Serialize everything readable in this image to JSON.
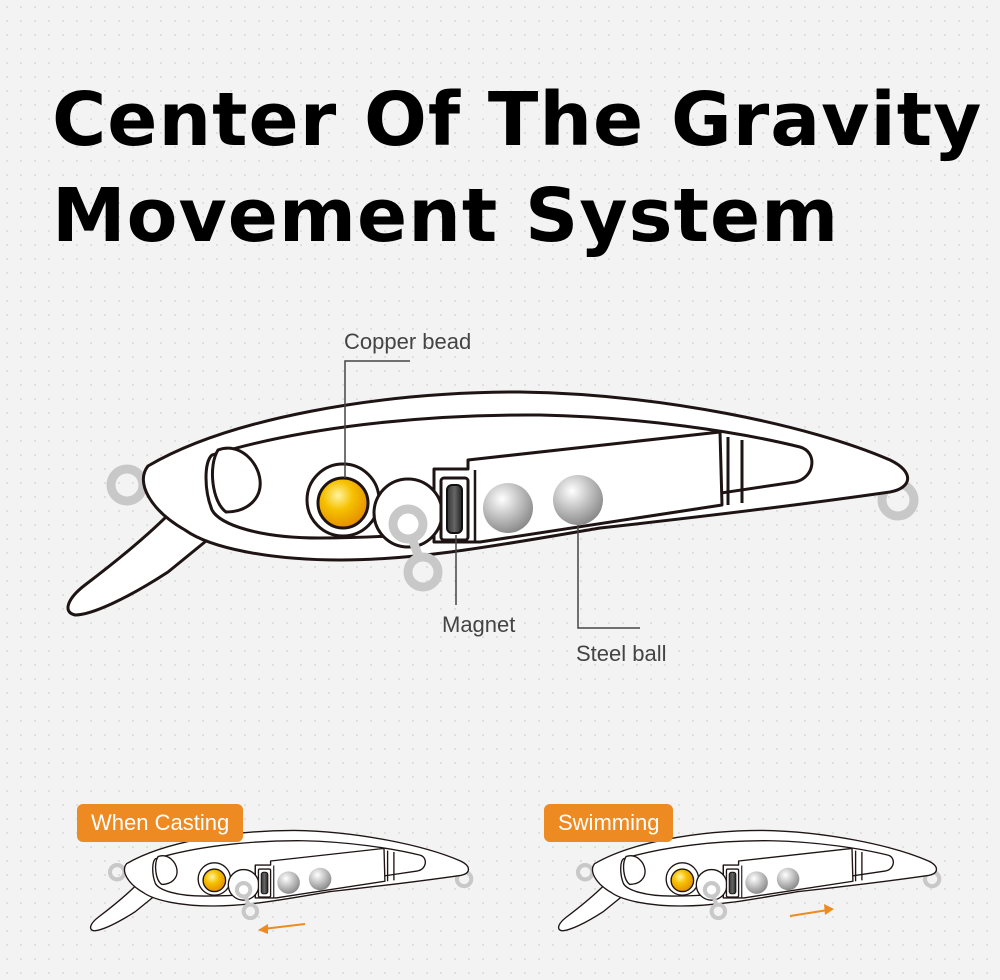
{
  "title": {
    "line1": "Center Of The Gravity",
    "line2": "Movement System"
  },
  "labels": {
    "copper_bead": "Copper bead",
    "magnet": "Magnet",
    "steel_ball": "Steel ball"
  },
  "modes": {
    "casting": "When Casting",
    "swimming": "Swimming"
  },
  "colors": {
    "accent": "#ee8a22",
    "outline": "#1e1414",
    "ring": "#c8c8c8",
    "copper": "#f4b400",
    "steel": "#a8a8a8"
  }
}
